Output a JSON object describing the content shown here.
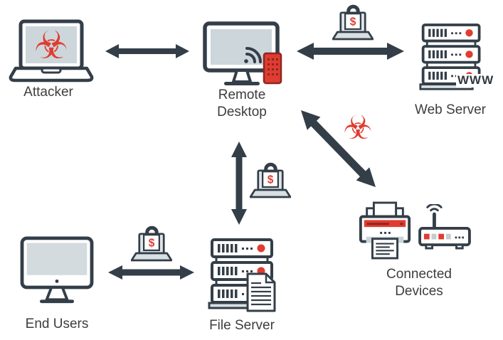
{
  "diagram": {
    "background": "#ffffff",
    "colors": {
      "dark": "#333e48",
      "red": "#e03c31",
      "dark_red": "#8c2720",
      "screen": "#ccd6db",
      "light_gray": "#d8e0e4",
      "text": "#3d3d3d"
    },
    "nodes": {
      "attacker": {
        "label": "Attacker",
        "icon": "laptop-biohazard-icon"
      },
      "remote_desktop": {
        "label": "Remote Desktop",
        "icon": "monitor-wifi-remote-icon"
      },
      "web_server": {
        "label": "Web Server",
        "icon": "server-stack-icon",
        "www_text": "WWW"
      },
      "file_server": {
        "label": "File Server",
        "icon": "server-stack-document-icon"
      },
      "end_users": {
        "label": "End Users",
        "icon": "desktop-computer-icon"
      },
      "connected_devices": {
        "label": "Connected Devices",
        "icon": "printer-router-icon"
      }
    },
    "icons": {
      "biohazard_glyph": "☣",
      "ransom_dollar": "$"
    },
    "edges": [
      {
        "from": "attacker",
        "to": "remote_desktop",
        "arrow": "double",
        "overlay": null
      },
      {
        "from": "remote_desktop",
        "to": "web_server",
        "arrow": "double",
        "overlay": "ransomware-lock"
      },
      {
        "from": "remote_desktop",
        "to": "file_server",
        "arrow": "double",
        "overlay": "ransomware-lock"
      },
      {
        "from": "remote_desktop",
        "to": "connected_devices",
        "arrow": "double",
        "overlay": "biohazard"
      },
      {
        "from": "end_users",
        "to": "file_server",
        "arrow": "double",
        "overlay": "ransomware-lock"
      }
    ]
  }
}
